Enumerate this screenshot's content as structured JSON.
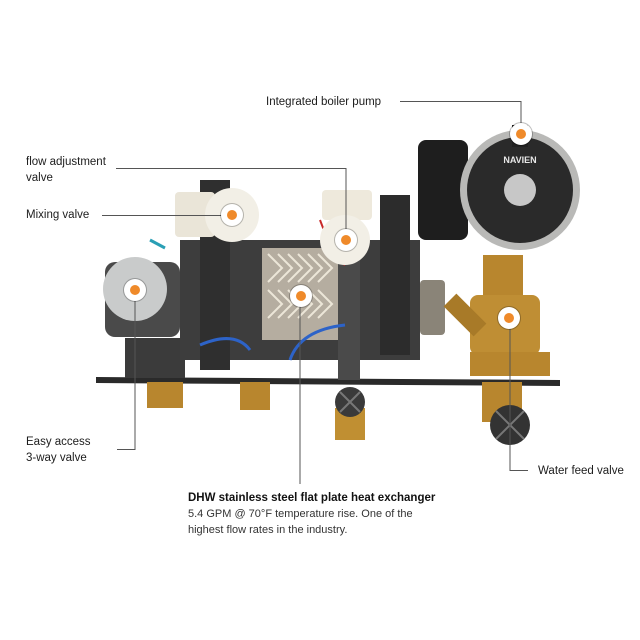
{
  "diagram": {
    "subject": "Navien boiler hydronic/DHW component assembly",
    "accent_color": "#ef8a2a",
    "line_color": "#555555",
    "pump_brand_text": "NAVIEN"
  },
  "callouts": [
    {
      "id": "boiler-pump",
      "title": "Integrated boiler pump"
    },
    {
      "id": "flow-adjustment-valve",
      "title": "flow adjustment valve",
      "line1": "flow adjustment",
      "line2": "valve"
    },
    {
      "id": "mixing-valve",
      "title": "Mixing valve"
    },
    {
      "id": "three-way-valve",
      "title": "Easy access 3-way valve",
      "line1": "Easy access",
      "line2": "3-way valve"
    },
    {
      "id": "heat-exchanger",
      "title": "DHW stainless steel flat plate heat exchanger",
      "line1": "5.4 GPM @ 70°F temperature rise. One of the",
      "line2": "highest flow rates in the industry."
    },
    {
      "id": "water-feed-valve",
      "title": "Water feed valve"
    }
  ]
}
